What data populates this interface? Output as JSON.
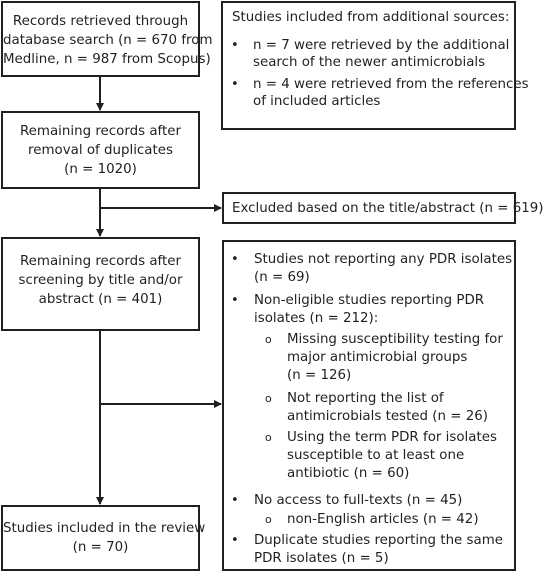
{
  "flow": {
    "records_retrieved": {
      "line1": "Records retrieved through",
      "line2": "database search (n = 670 from",
      "line3": "Medline, n = 987 from Scopus)"
    },
    "additional_sources": {
      "title": "Studies included from additional sources:",
      "items": [
        {
          "line1": "n = 7 were retrieved by the additional",
          "line2": "search of the newer antimicrobials"
        },
        {
          "line1": "n = 4 were retrieved from the references",
          "line2": "of included articles"
        }
      ]
    },
    "after_duplicates": {
      "line1": "Remaining records after",
      "line2": "removal of duplicates",
      "line3": "(n = 1020)"
    },
    "excluded_title": {
      "label": "Excluded based on the title/abstract (n = 619)"
    },
    "after_screening": {
      "line1": "Remaining records after",
      "line2": "screening by title and/or",
      "line3": "abstract (n = 401)"
    },
    "exclusions": {
      "item1": {
        "line1": "Studies not reporting any PDR isolates",
        "line2": "(n = 69)"
      },
      "item2": {
        "line1": "Non-eligible studies reporting PDR",
        "line2": "isolates (n = 212):",
        "sub1": {
          "line1": "Missing susceptibility testing for",
          "line2": "major antimicrobial groups",
          "line3": "(n = 126)"
        },
        "sub2": {
          "line1": "Not reporting the list of",
          "line2": "antimicrobials tested (n = 26)"
        },
        "sub3": {
          "line1": "Using the term PDR for isolates",
          "line2": "susceptible to at least one",
          "line3": "antibiotic (n = 60)"
        }
      },
      "item3": {
        "line1": "No access to full-texts (n = 45)",
        "sub1": {
          "line1": "non-English articles (n = 42)"
        }
      },
      "item4": {
        "line1": "Duplicate studies reporting the same",
        "line2": "PDR isolates (n = 5)"
      }
    },
    "included": {
      "line1": "Studies included in the review",
      "line2": "(n = 70)"
    }
  },
  "symbols": {
    "bullet": "•",
    "sub_bullet": "o"
  },
  "colors": {
    "line": "#231f20",
    "text": "#231f20",
    "background": "#ffffff"
  }
}
